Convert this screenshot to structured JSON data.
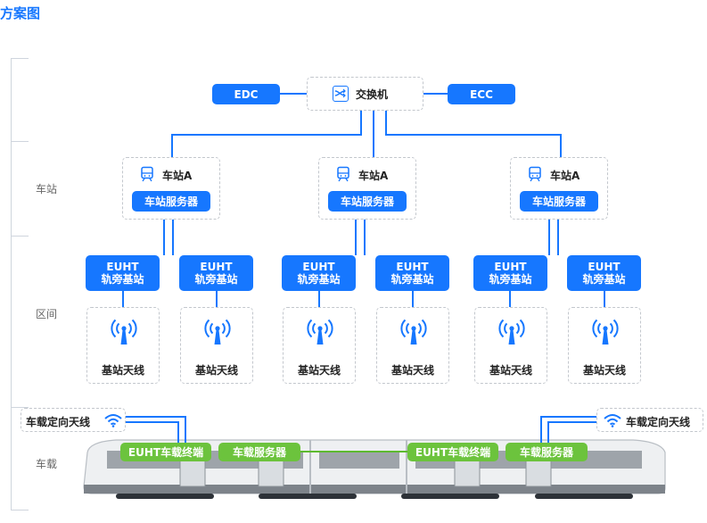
{
  "page_title": "方案图",
  "lanes": {
    "station": "车站",
    "section": "区间",
    "vehicle": "车载"
  },
  "core": {
    "left": "EDC",
    "switch": "交换机",
    "right": "ECC"
  },
  "stations": [
    {
      "name": "车站A",
      "server": "车站服务器"
    },
    {
      "name": "车站A",
      "server": "车站服务器"
    },
    {
      "name": "车站A",
      "server": "车站服务器"
    }
  ],
  "trackside": [
    "EUHT\n轨旁基站",
    "EUHT\n轨旁基站",
    "EUHT\n轨旁基站",
    "EUHT\n轨旁基站",
    "EUHT\n轨旁基站",
    "EUHT\n轨旁基站"
  ],
  "antennas": [
    "基站天线",
    "基站天线",
    "基站天线",
    "基站天线",
    "基站天线",
    "基站天线"
  ],
  "vehicle": {
    "directional_antenna_left": "车载定向天线",
    "directional_antenna_right": "车载定向天线",
    "terminal_left": "EUHT车载终端",
    "server_left": "车载服务器",
    "terminal_right": "EUHT车载终端",
    "server_right": "车载服务器"
  },
  "icons": {
    "switch": "switch-icon",
    "station": "train-station-icon",
    "antenna": "broadcast-antenna-icon",
    "wifi": "wifi-icon"
  },
  "colors": {
    "accent": "#1677ff",
    "green": "#6cc33d",
    "dashed": "#c3c7cd"
  }
}
